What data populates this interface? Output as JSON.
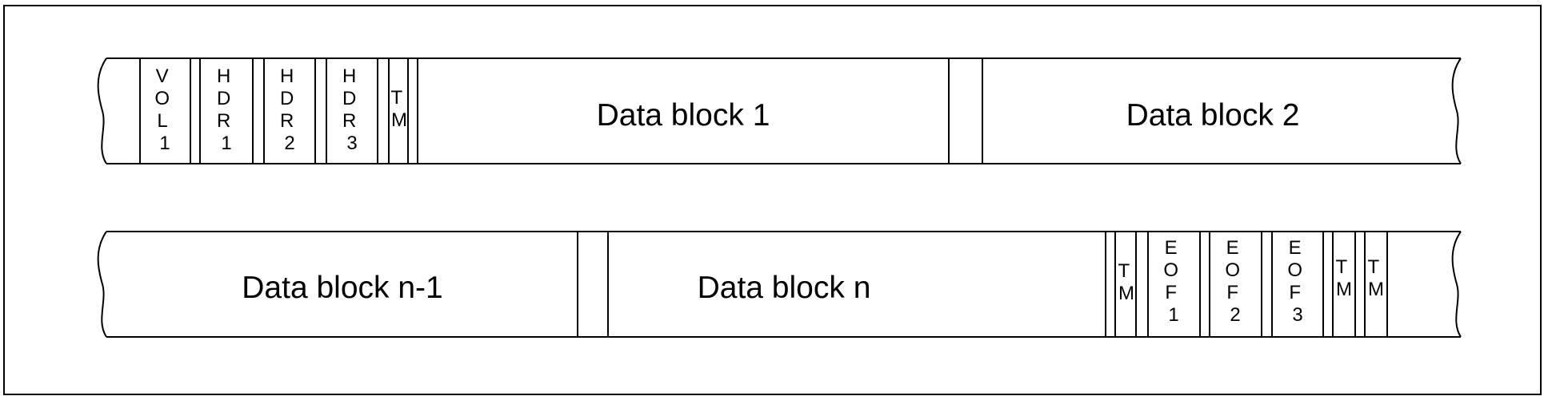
{
  "tape_rows": [
    {
      "segments": [
        {
          "lines": [
            "V",
            "O",
            "L",
            "1"
          ]
        },
        {
          "lines": [
            "H",
            "D",
            "R",
            "1"
          ]
        },
        {
          "lines": [
            "H",
            "D",
            "R",
            "2"
          ]
        },
        {
          "lines": [
            "H",
            "D",
            "R",
            "3"
          ]
        },
        {
          "lines": [
            "T",
            "M"
          ]
        },
        {
          "label": "Data block 1"
        },
        {
          "label": "Data block 2"
        }
      ]
    },
    {
      "segments": [
        {
          "label": "Data block n-1"
        },
        {
          "label": "Data block n"
        },
        {
          "lines": [
            "T",
            "M"
          ]
        },
        {
          "lines": [
            "E",
            "O",
            "F",
            "1"
          ]
        },
        {
          "lines": [
            "E",
            "O",
            "F",
            "2"
          ]
        },
        {
          "lines": [
            "E",
            "O",
            "F",
            "3"
          ]
        },
        {
          "lines": [
            "T",
            "M"
          ]
        },
        {
          "lines": [
            "T",
            "M"
          ]
        }
      ]
    }
  ]
}
